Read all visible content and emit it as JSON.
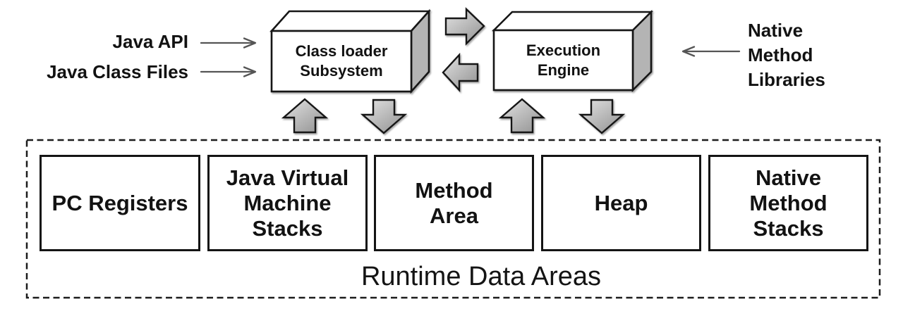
{
  "diagram": {
    "left_inputs": {
      "java_api": "Java API",
      "java_class_files": "Java Class Files"
    },
    "right_inputs": {
      "native_method_libraries": "Native\nMethod\nLibraries"
    },
    "top_components": {
      "class_loader": "Class loader\nSubsystem",
      "execution_engine": "Execution\nEngine"
    },
    "runtime_data_areas": {
      "title": "Runtime Data Areas",
      "areas": [
        {
          "label": "PC Registers"
        },
        {
          "label": "Java Virtual\nMachine\nStacks"
        },
        {
          "label": "Method\nArea"
        },
        {
          "label": "Heap"
        },
        {
          "label": "Native\nMethod\nStacks"
        }
      ]
    },
    "icons": {
      "thin_arrows": [
        "right-arrow-icon",
        "right-arrow-icon",
        "left-arrow-icon"
      ],
      "block_arrows": [
        "right-block-arrow-icon",
        "left-block-arrow-icon",
        "up-block-arrow-icon",
        "down-block-arrow-icon",
        "up-block-arrow-icon",
        "down-block-arrow-icon"
      ]
    },
    "style_tokens": {
      "background": "#ffffff",
      "line_color": "#141414",
      "box_side_gray": "#b4b4b4",
      "thin_arrow_gray": "#555555",
      "block_arrow_gradient": [
        "#e3e3e3",
        "#969696"
      ]
    }
  }
}
